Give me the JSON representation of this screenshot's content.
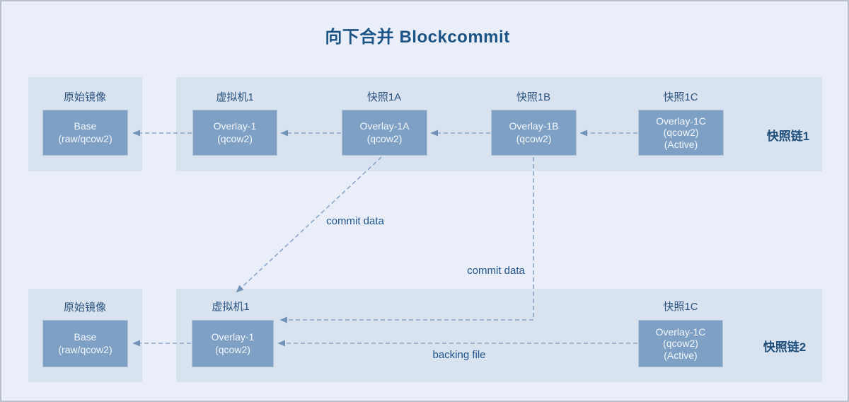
{
  "title": "向下合并 Blockcommit",
  "chain1": {
    "label": "快照链1",
    "base": {
      "caption": "原始镜像",
      "line1": "Base",
      "line2": "(raw/qcow2)"
    },
    "overlay1": {
      "caption": "虚拟机1",
      "line1": "Overlay-1",
      "line2": "(qcow2)"
    },
    "overlay1a": {
      "caption": "快照1A",
      "line1": "Overlay-1A",
      "line2": "(qcow2)"
    },
    "overlay1b": {
      "caption": "快照1B",
      "line1": "Overlay-1B",
      "line2": "(qcow2)"
    },
    "overlay1c": {
      "caption": "快照1C",
      "line1": "Overlay-1C",
      "line2": "(qcow2)",
      "line3": "(Active)"
    }
  },
  "chain2": {
    "label": "快照链2",
    "base": {
      "caption": "原始镜像",
      "line1": "Base",
      "line2": "(raw/qcow2)"
    },
    "overlay1": {
      "caption": "虚拟机1",
      "line1": "Overlay-1",
      "line2": "(qcow2)"
    },
    "overlay1c": {
      "caption": "快照1C",
      "line1": "Overlay-1C",
      "line2": "(qcow2)",
      "line3": "(Active)"
    }
  },
  "annotations": {
    "commit_data_1": "commit data",
    "commit_data_2": "commit data",
    "backing_file": "backing file"
  },
  "colors": {
    "background": "#e9eef8",
    "panel_fill": "#d9e3f0",
    "node_fill": "#7da0c4",
    "node_text": "#f3f7fb",
    "heading_text": "#1b5484",
    "label_text": "#2a537f",
    "connector": "#89a5c7"
  }
}
